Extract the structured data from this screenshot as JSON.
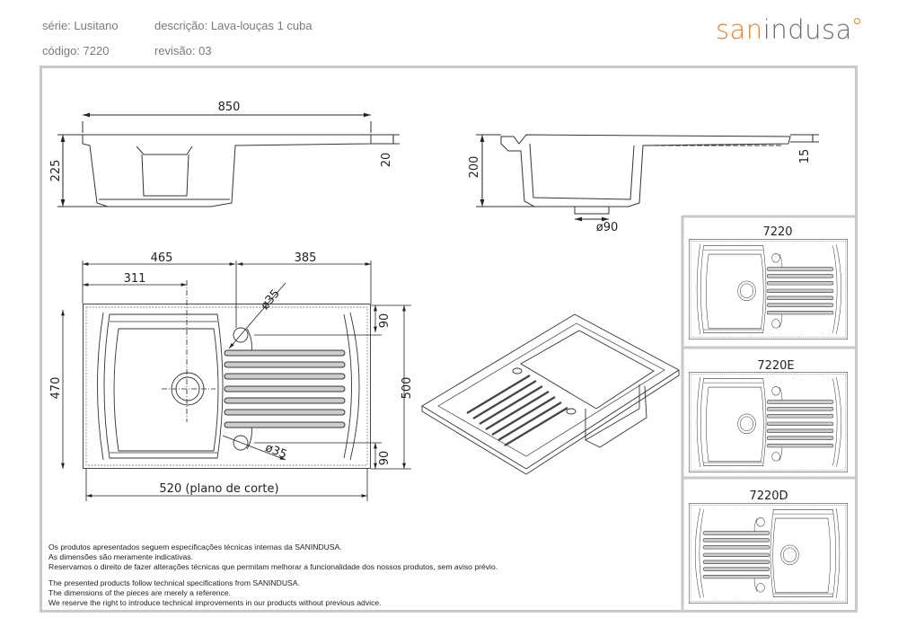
{
  "header": {
    "serie": "série: Lusitano",
    "descricao": "descrição: Lava-louças 1 cuba",
    "codigo": "código: 7220",
    "revisao": "revisão: 03"
  },
  "logo": {
    "part1": "san",
    "part2": "indusa",
    "brand_color": "#f07d1a"
  },
  "dimensions": {
    "width_total": "850",
    "height_total": "225",
    "rim": "20",
    "depth": "200",
    "rim_side": "15",
    "drain_dia": "ø90",
    "bowl_axis": "465",
    "drainer_len": "385",
    "drain_pos": "311",
    "hole_top": "ø35",
    "hole_bottom": "ø35",
    "depth_total": "500",
    "cut_depth": "470",
    "hole_offset_top": "90",
    "hole_offset_bottom": "90",
    "cut_width": "520 (plano de corte)"
  },
  "variants": [
    {
      "label": "7220"
    },
    {
      "label": "7220E"
    },
    {
      "label": "7220D"
    }
  ],
  "notes_pt": [
    "Os produtos apresentados seguem especificações técnicas internas da SANINDUSA.",
    "As dimensões são meramente indicativas.",
    "Reservamos o direito de fazer alterações técnicas que permitam melhorar a funcionalidade dos nossos produtos, sem aviso prévio."
  ],
  "notes_en": [
    "The presented products follow technical specifications from SANINDUSA.",
    "The dimensions of the pieces are merely a reference.",
    "We reserve the right to introduce technical improvements in our products without previous advice."
  ]
}
